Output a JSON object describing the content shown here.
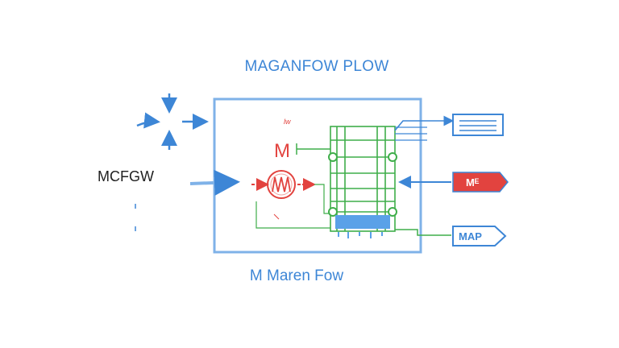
{
  "diagram": {
    "title": "MAGANFOW PLOW",
    "caption": "M Maren Fow",
    "left_label": "MCFGW",
    "inner_small_label": "lw",
    "inner_big_label": "M",
    "tag_me": "Mᴱ",
    "tag_map": "MAP",
    "colors": {
      "blue": "#3d86d6",
      "green": "#3fae4a",
      "red": "#e2433f",
      "dark": "#1f1f1f"
    },
    "icons": [
      "four-arrows-cross-icon",
      "motor-icon",
      "document-icon",
      "red-tag-icon",
      "arrow-tag-icon"
    ]
  }
}
